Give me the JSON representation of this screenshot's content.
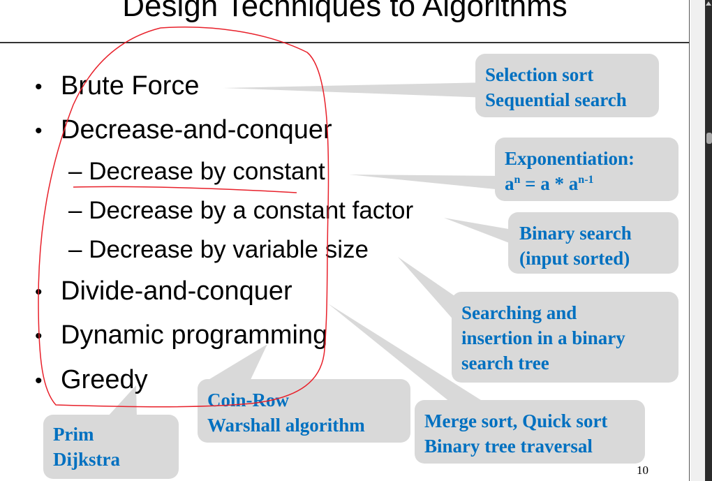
{
  "title": "Design Techniques to Algorithms",
  "bullets": [
    {
      "text": "Brute Force",
      "level": 1
    },
    {
      "text": "Decrease-and-conquer",
      "level": 1
    },
    {
      "text": "– Decrease by constant",
      "level": 2
    },
    {
      "text": "– Decrease by a constant factor",
      "level": 2
    },
    {
      "text": "– Decrease by variable size",
      "level": 2
    },
    {
      "text": "Divide-and-conquer",
      "level": 1
    },
    {
      "text": "Dynamic programming",
      "level": 1
    },
    {
      "text": "Greedy",
      "level": 1
    }
  ],
  "bullet_glyph": "•",
  "callouts": {
    "brute": [
      "Selection sort",
      "Sequential search"
    ],
    "expo": {
      "line1": "Exponentiation:",
      "a": "a",
      "n": "n",
      "eq": " = a * a",
      "n1": "n-1"
    },
    "binary": [
      "Binary search",
      "(input sorted)"
    ],
    "bst": [
      "Searching and",
      "insertion in a binary",
      "search tree"
    ],
    "divide": [
      "Merge sort, Quick sort",
      "Binary tree traversal"
    ],
    "dp": [
      "Coin-Row",
      "Warshall algorithm"
    ],
    "greedy": [
      "Prim",
      "Dijkstra"
    ]
  },
  "page_number": "10",
  "colors": {
    "callout_bg": "#d9d9d9",
    "callout_text": "#0070c0",
    "ink": "#e8202a"
  }
}
